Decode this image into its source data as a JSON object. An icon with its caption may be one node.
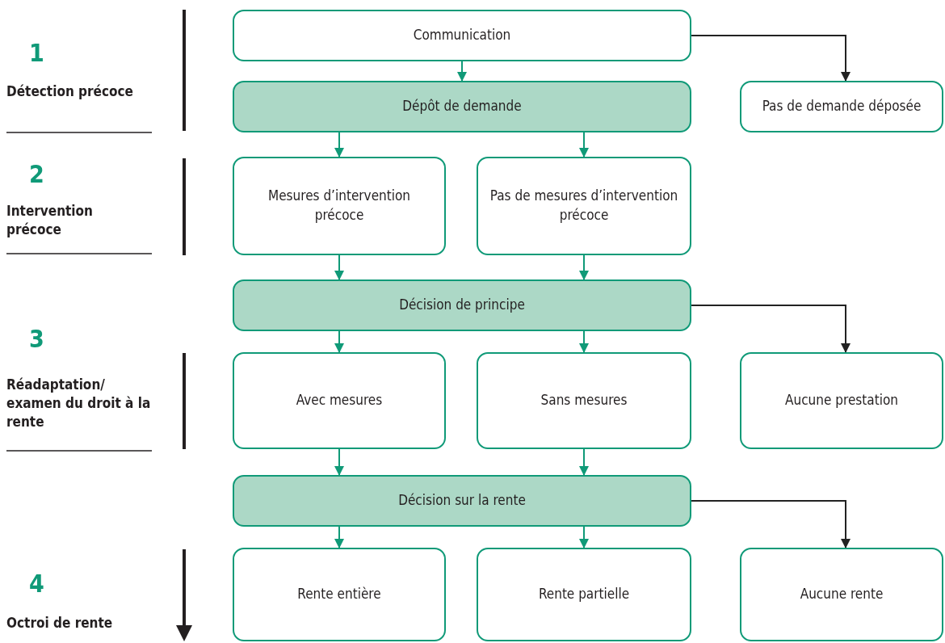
{
  "diagram": {
    "nodes": [
      {
        "text": [
          "Communication"
        ]
      },
      {
        "text": [
          "Dépôt de demande"
        ]
      },
      {
        "text": [
          "Pas de demande déposée"
        ]
      },
      {
        "text": [
          "Mesures d’intervention précoce"
        ]
      },
      {
        "text": [
          "Pas de mesures d’intervention précoce"
        ]
      },
      {
        "text": [
          "Décision de principe"
        ]
      },
      {
        "text": [
          "Avec mesures"
        ]
      },
      {
        "text": [
          "Sans mesures"
        ]
      },
      {
        "text": [
          "Aucune prestation"
        ]
      },
      {
        "text": [
          "Décision sur la rente"
        ]
      },
      {
        "text": [
          "Rente entière"
        ]
      },
      {
        "text": [
          "Rente partielle"
        ]
      },
      {
        "text": [
          "Aucune rente"
        ]
      }
    ],
    "edges": [
      {
        "from": 0,
        "to": 1,
        "arrow": "to"
      },
      {
        "from": 0,
        "to": 2,
        "arrow": "to",
        "color": "#222222"
      },
      {
        "from": 1,
        "to": 3,
        "arrow": "to"
      },
      {
        "from": 1,
        "to": 4,
        "arrow": "to"
      },
      {
        "from": 3,
        "to": 5,
        "arrow": "to"
      },
      {
        "from": 4,
        "to": 5,
        "arrow": "to"
      },
      {
        "from": 5,
        "to": 6,
        "arrow": "to"
      },
      {
        "from": 5,
        "to": 7,
        "arrow": "to"
      },
      {
        "from": 5,
        "to": 8,
        "arrow": "to",
        "color": "#222222"
      },
      {
        "from": 6,
        "to": 9,
        "arrow": "to"
      },
      {
        "from": 7,
        "to": 9,
        "arrow": "to"
      },
      {
        "from": 9,
        "to": 10,
        "arrow": "to"
      },
      {
        "from": 9,
        "to": 11,
        "arrow": "to"
      },
      {
        "from": 9,
        "to": 12,
        "arrow": "to",
        "color": "#222222"
      }
    ],
    "labels": [
      "1",
      "Détection précoce",
      "2",
      "Intervention précoce",
      "3",
      "Réadaptation/ examen du droit à la rente",
      "4",
      "Octroi de rente"
    ]
  }
}
